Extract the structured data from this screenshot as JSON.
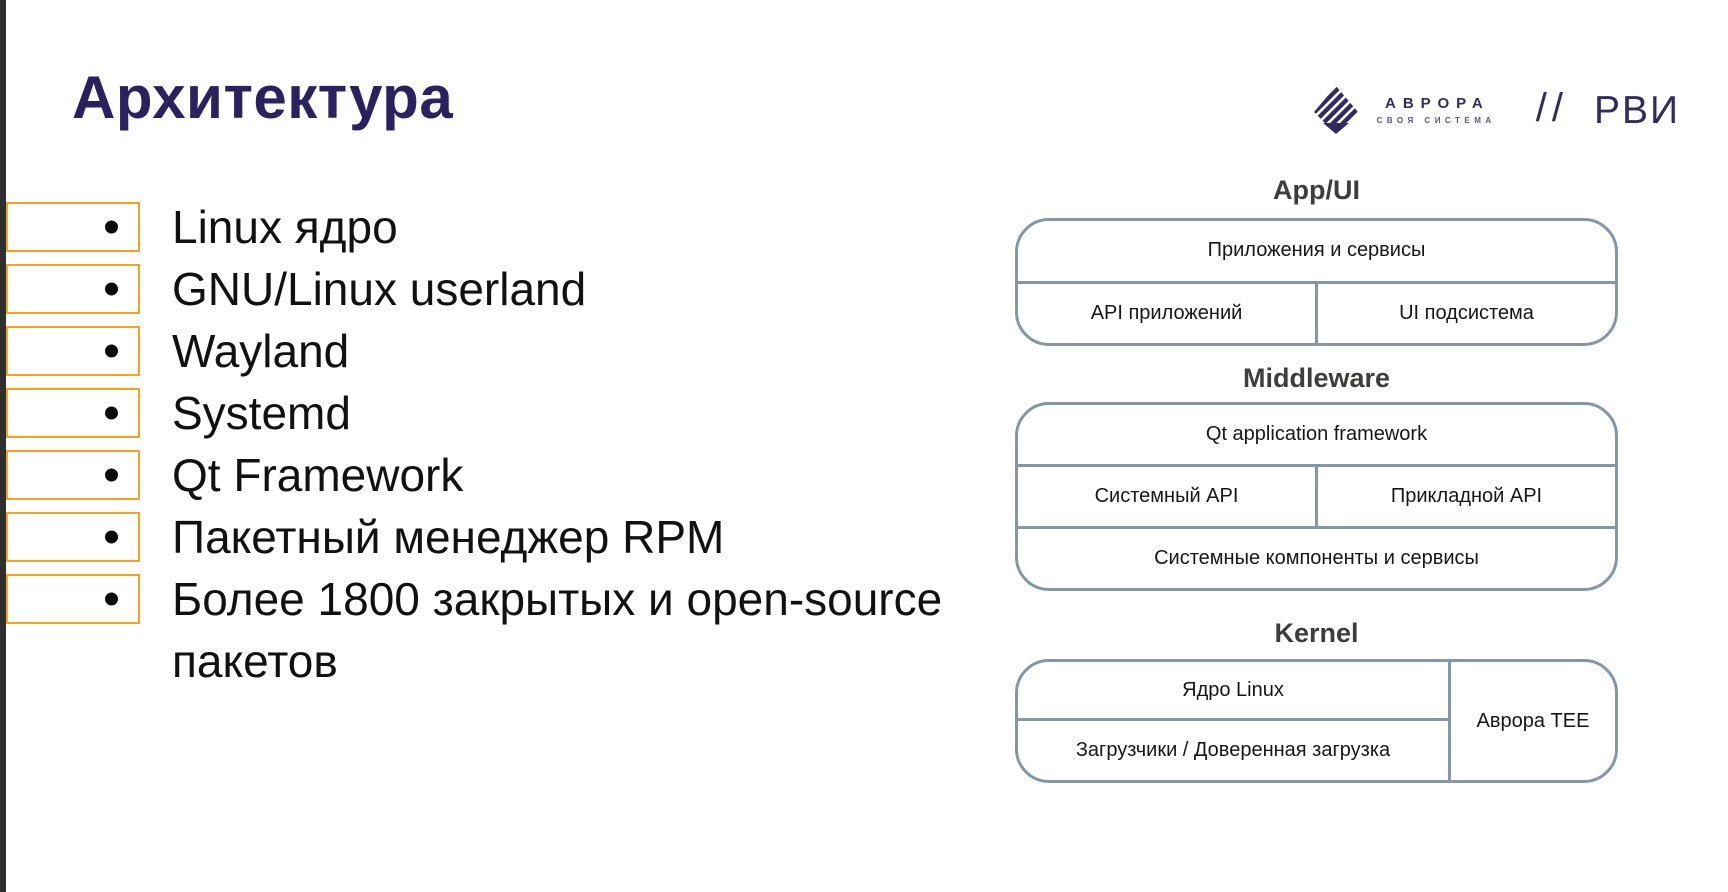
{
  "slide": {
    "title": "Архитектура",
    "bullets": [
      "Linux ядро",
      "GNU/Linux userland",
      "Wayland",
      "Systemd",
      "Qt Framework",
      "Пакетный менеджер RPM",
      "Более 1800 закрытых и open-source пакетов"
    ]
  },
  "header": {
    "logo": {
      "icon": "aurora-diamond-icon",
      "brand": "АВРОРА",
      "tagline": "СВОЯ СИСТЕМА"
    },
    "separator": "//",
    "partner": "РВИ"
  },
  "diagram": {
    "sections": [
      {
        "title": "App/UI",
        "rows": [
          {
            "cells": [
              "Приложения и сервисы"
            ]
          },
          {
            "cells": [
              "API приложений",
              "UI подсистема"
            ]
          }
        ]
      },
      {
        "title": "Middleware",
        "rows": [
          {
            "cells": [
              "Qt application framework"
            ]
          },
          {
            "cells": [
              "Системный API",
              "Прикладной API"
            ]
          },
          {
            "cells": [
              "Системные компоненты и сервисы"
            ]
          }
        ]
      },
      {
        "title": "Kernel",
        "left_rows": [
          "Ядро Linux",
          "Загрузчики / Доверенная загрузка"
        ],
        "right_cell": "Аврора TEE"
      }
    ]
  },
  "colors": {
    "brand-navy": "#332a60",
    "title-navy": "#2b2161",
    "accent-orange": "#f6a41f",
    "diagram-line": "#8597a7",
    "section-title-gray": "#3d3d3c",
    "text-black": "#111111",
    "left-rule": "#2f2f2f"
  }
}
